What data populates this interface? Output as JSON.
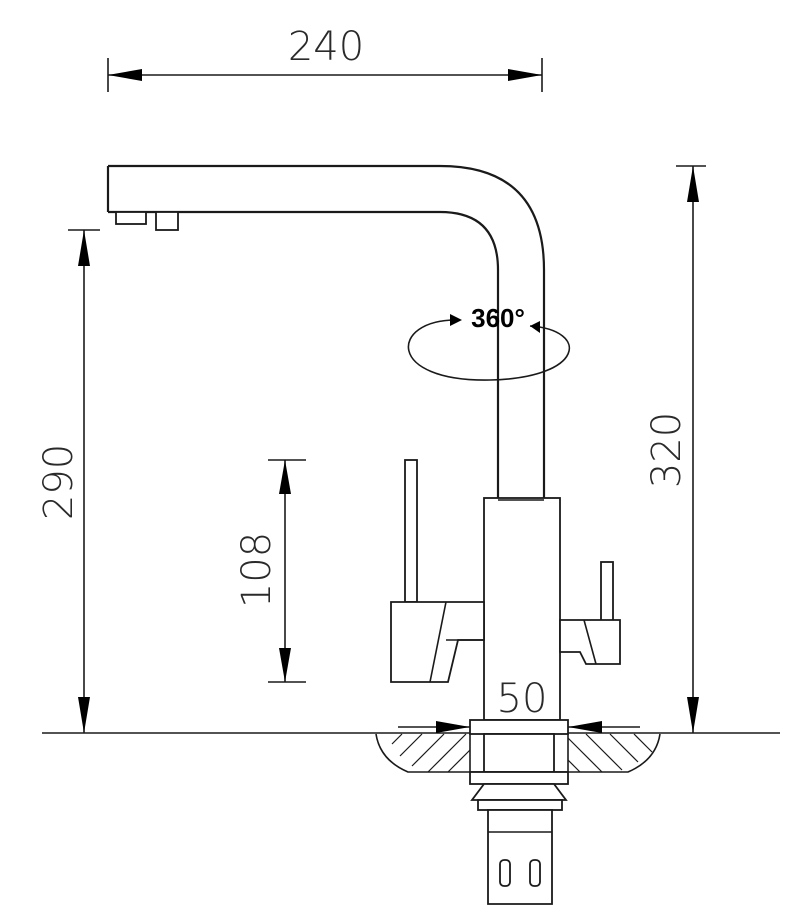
{
  "dimensions": {
    "spout_reach": "240",
    "spout_height": "290",
    "handle_height": "108",
    "total_height": "320",
    "base_diameter": "50"
  },
  "rotation": {
    "label": "360°"
  }
}
